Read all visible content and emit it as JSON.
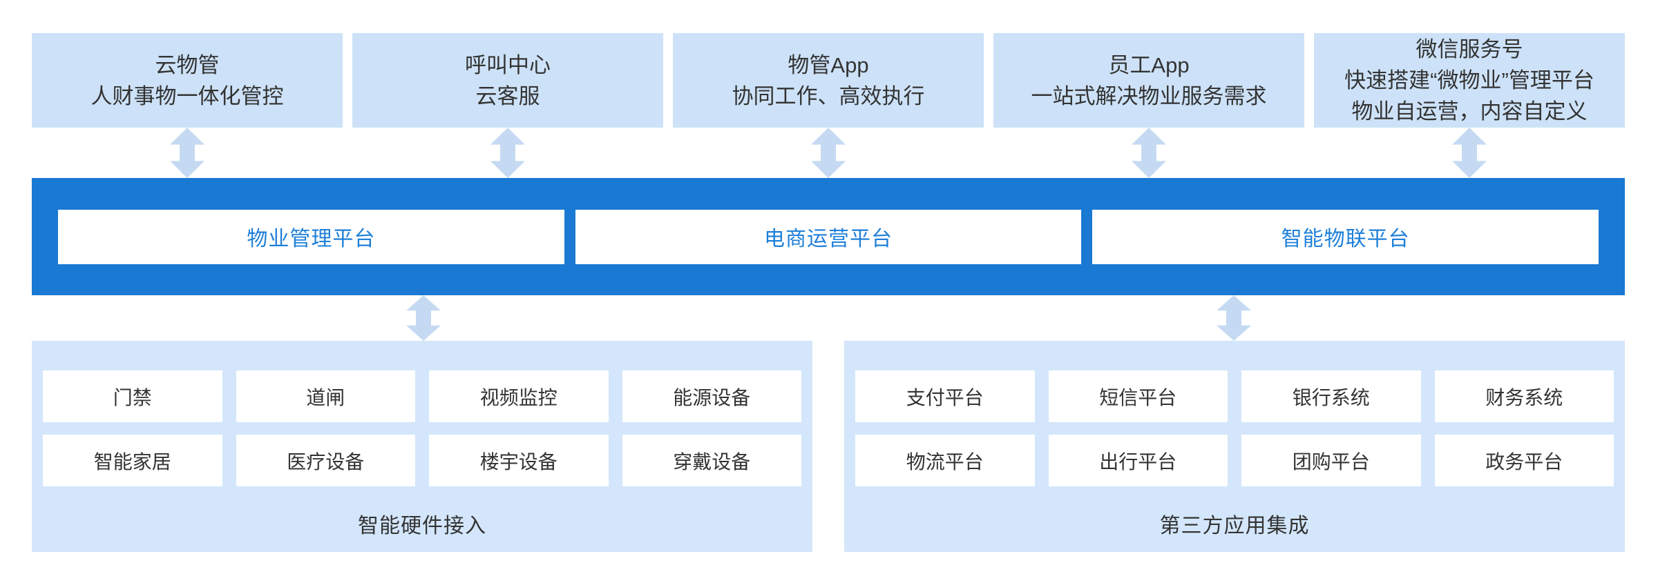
{
  "top_apps": [
    {
      "lines": [
        "云物管",
        "人财事物一体化管控"
      ]
    },
    {
      "lines": [
        "呼叫中心",
        "云客服"
      ]
    },
    {
      "lines": [
        "物管App",
        "协同工作、高效执行"
      ]
    },
    {
      "lines": [
        "员工App",
        "一站式解决物业服务需求"
      ]
    },
    {
      "lines": [
        "微信服务号",
        "快速搭建“微物业”管理平台",
        "物业自运营，内容自定义"
      ]
    }
  ],
  "platforms": [
    {
      "label": "物业管理平台"
    },
    {
      "label": "电商运营平台"
    },
    {
      "label": "智能物联平台"
    }
  ],
  "bottom_sections": [
    {
      "title": "智能硬件接入",
      "items": [
        "门禁",
        "道闸",
        "视频监控",
        "能源设备",
        "智能家居",
        "医疗设备",
        "楼宇设备",
        "穿戴设备"
      ]
    },
    {
      "title": "第三方应用集成",
      "items": [
        "支付平台",
        "短信平台",
        "银行系统",
        "财务系统",
        "物流平台",
        "出行平台",
        "团购平台",
        "政务平台"
      ]
    }
  ],
  "colors": {
    "app_box_bg": "#cde2f8",
    "arrow": "#c5daf2",
    "bar_bg": "#1a79d3",
    "platform_text": "#1e7fd8",
    "section_bg": "#d3e6fb",
    "text_dark": "#333333",
    "card_bg": "#ffffff"
  }
}
